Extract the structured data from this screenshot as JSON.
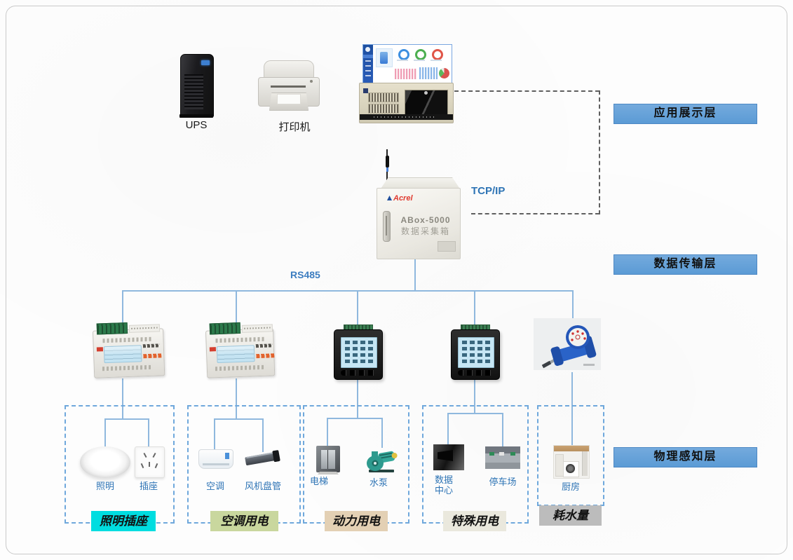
{
  "layers": {
    "application": "应用展示层",
    "transmission": "数据传输层",
    "perception": "物理感知层"
  },
  "top_devices": {
    "ups": "UPS",
    "printer": "打印机"
  },
  "gateway": {
    "brand": "Acrel",
    "model": "ABox-5000",
    "name": "数据采集箱"
  },
  "protocols": {
    "tcpip": "TCP/IP",
    "rs485": "RS485"
  },
  "groups": [
    {
      "label": "照明插座",
      "bg": "#00dde0",
      "devices": [
        "照明",
        "插座"
      ]
    },
    {
      "label": "空调用电",
      "bg": "#c9d79e",
      "devices": [
        "空调",
        "风机盘管"
      ]
    },
    {
      "label": "动力用电",
      "bg": "#e3d0b4",
      "devices": [
        "电梯",
        "水泵"
      ]
    },
    {
      "label": "特殊用电",
      "bg": "#eae8dd",
      "devices": [
        "数据中心",
        "停车场"
      ]
    },
    {
      "label": "耗水量",
      "bg": "#bcbcbc",
      "devices": [
        "厨房"
      ]
    }
  ],
  "meters": [
    "din-rail-energy-meter",
    "din-rail-energy-meter",
    "panel-energy-meter",
    "panel-energy-meter",
    "smart-water-meter"
  ],
  "colors": {
    "banner_bg": "#5b9bd5",
    "banner_border": "#4d88c4",
    "solid_line": "#8fb8de",
    "dashed_line": "#5f5f5f",
    "device_label_text": "#2e74b5",
    "group_box_dash": "#6fa8dc"
  }
}
